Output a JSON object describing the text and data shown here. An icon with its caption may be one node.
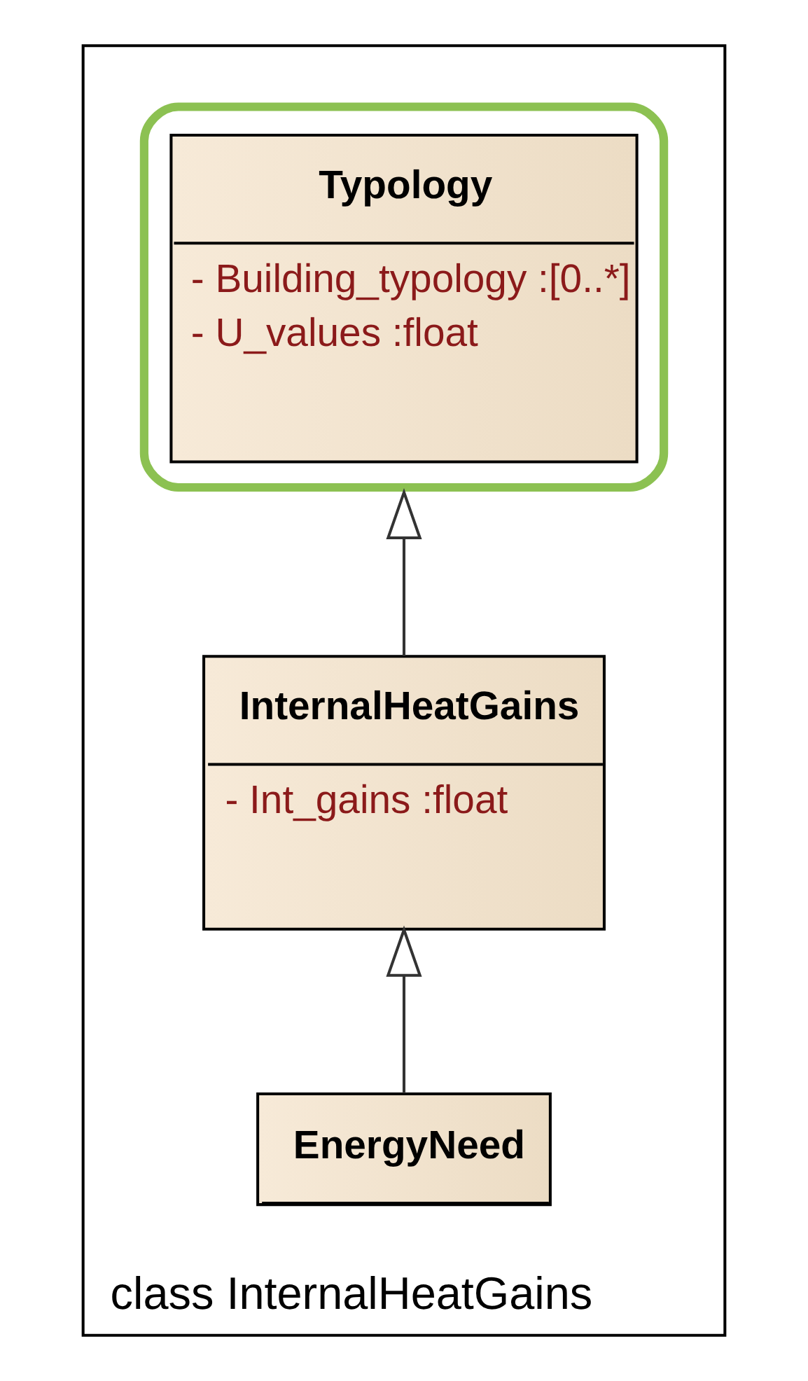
{
  "diagram": {
    "nodes": [
      {
        "text": [
          "class InternalHeatGains"
        ]
      },
      {
        "text": [
          "Typology",
          "- Building_typology :[0..*]",
          "- U_values :float"
        ],
        "in": 0
      },
      {
        "text": [
          "InternalHeatGains",
          "- Int_gains :float"
        ],
        "in": 0
      },
      {
        "text": [
          "EnergyNeed"
        ],
        "in": 0
      }
    ],
    "edges": [
      {
        "from": 2,
        "to": 1,
        "arrow": "to"
      },
      {
        "from": 3,
        "to": 2,
        "arrow": "to"
      }
    ]
  }
}
